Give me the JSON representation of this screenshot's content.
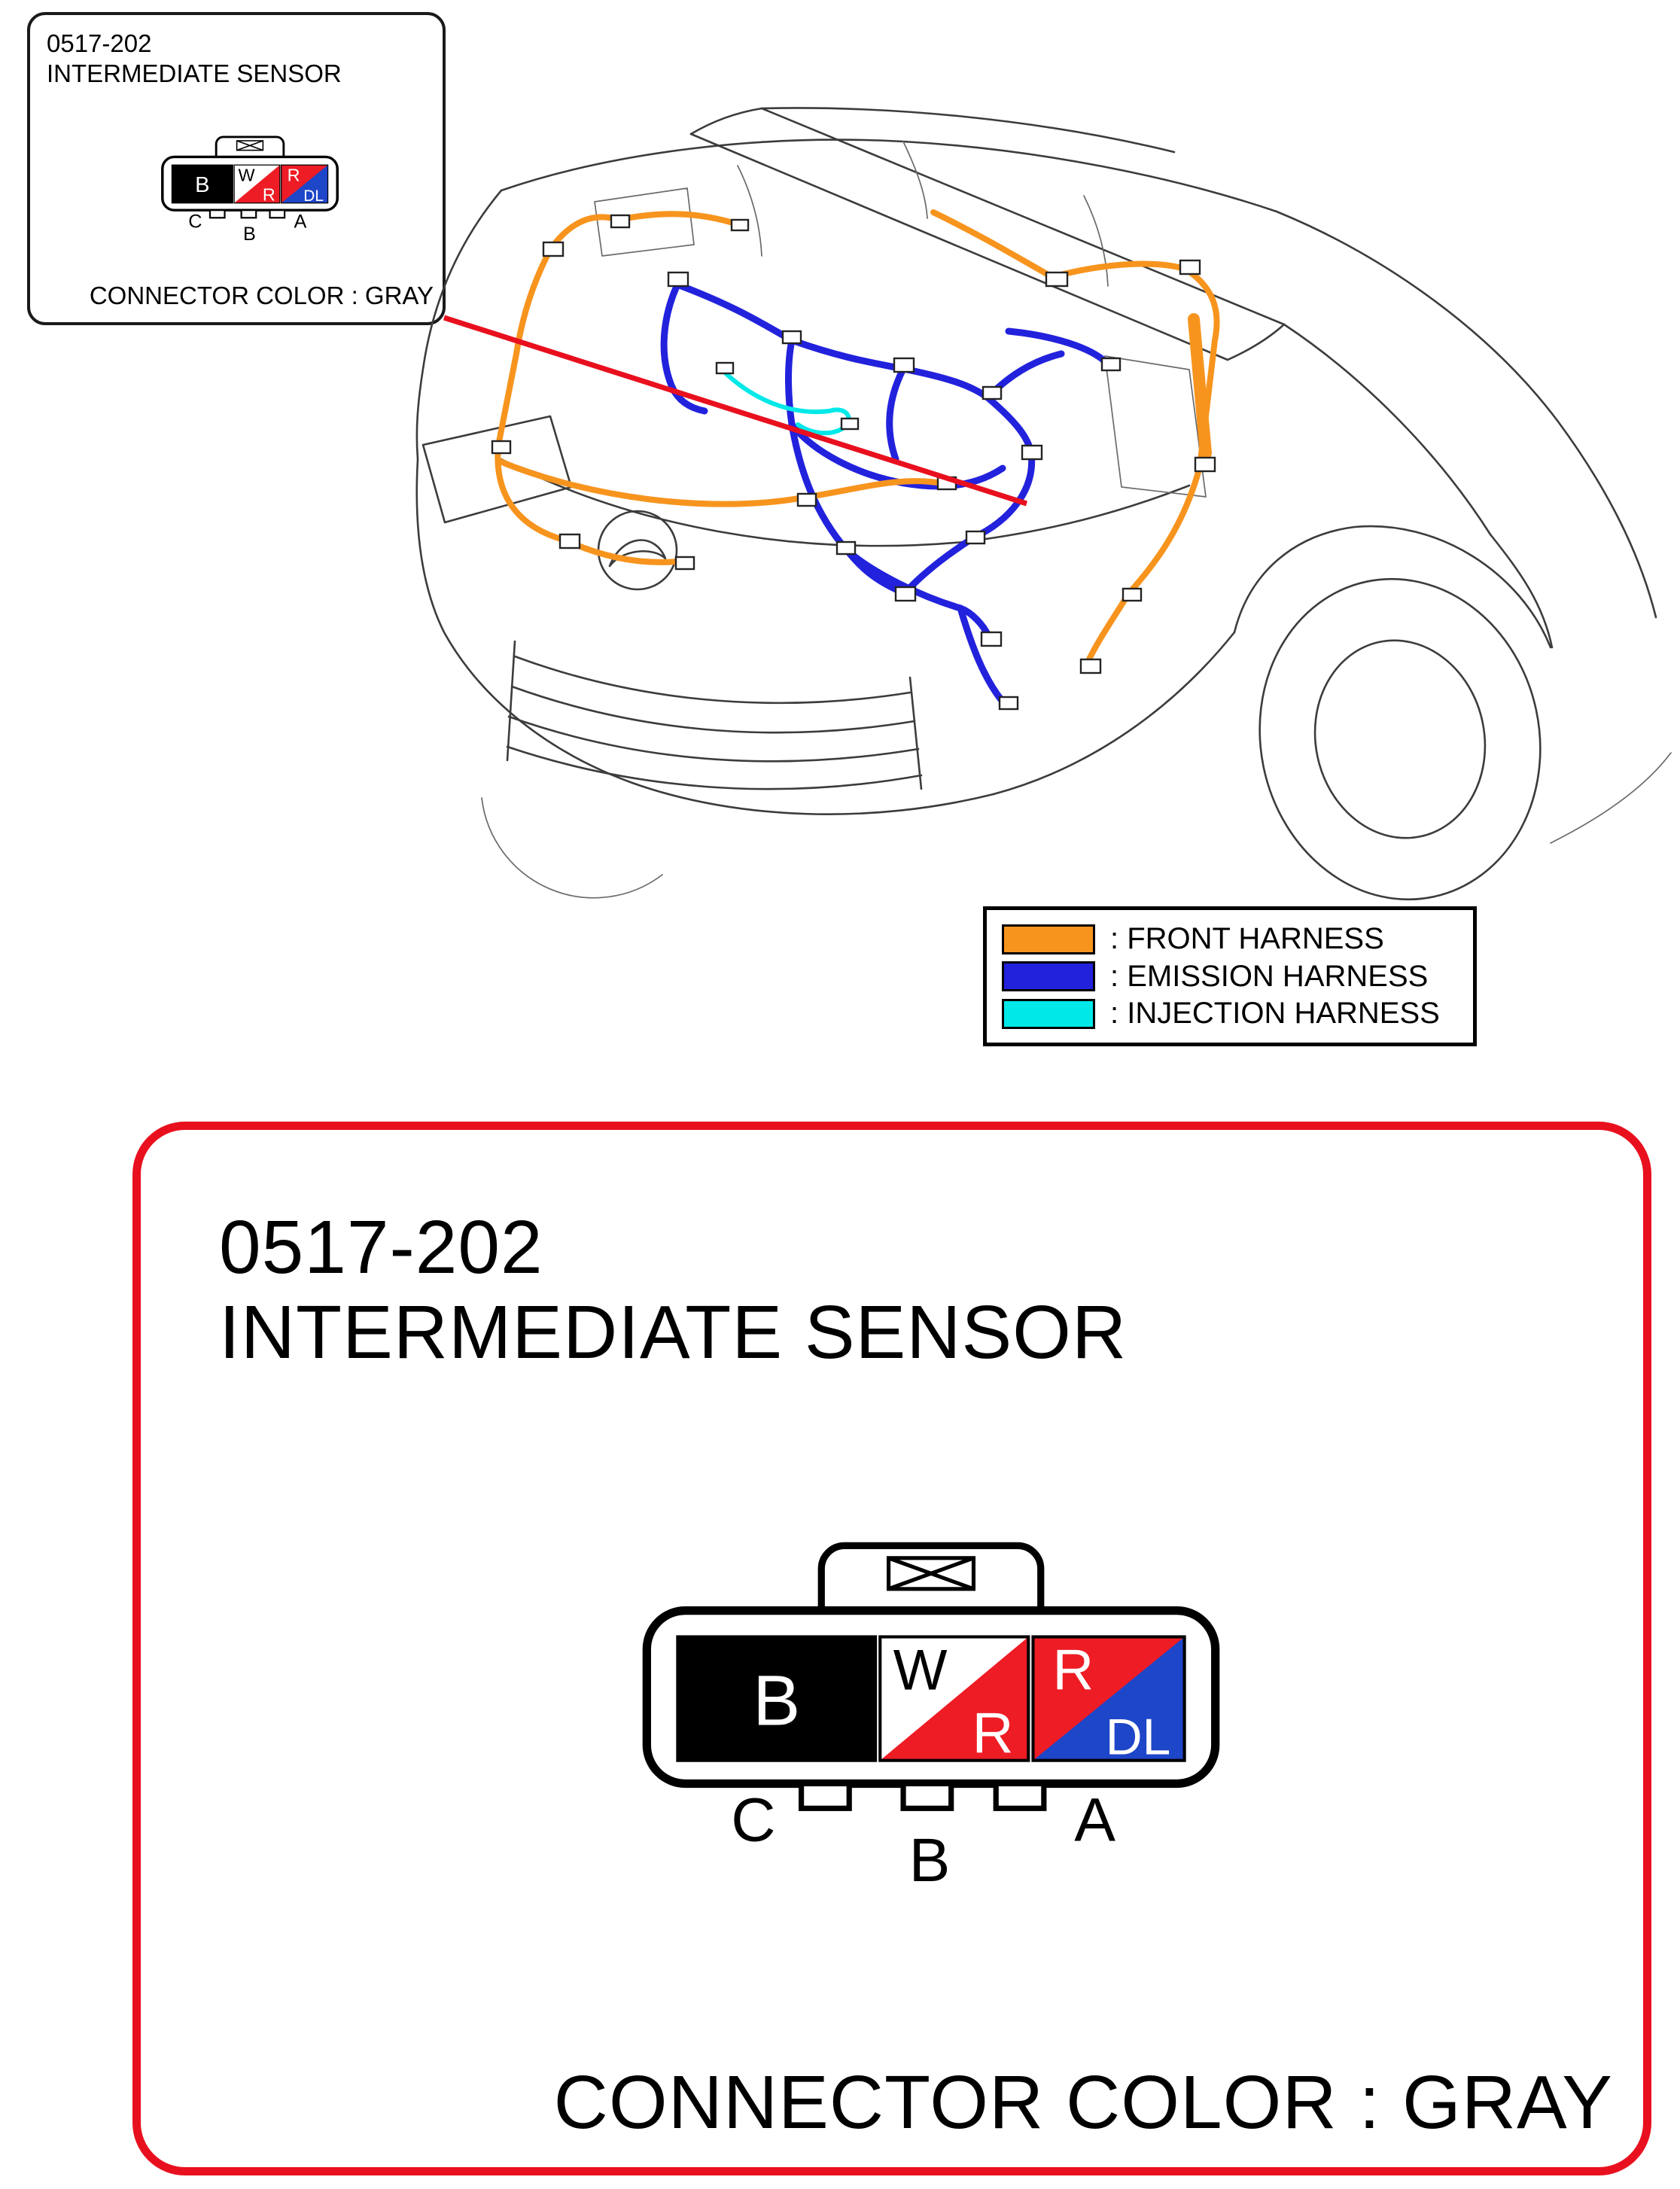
{
  "sensor": {
    "code": "0517-202",
    "name": "INTERMEDIATE SENSOR",
    "connector_color_label": "CONNECTOR COLOR : GRAY"
  },
  "legend": {
    "items": [
      {
        "label": ": FRONT HARNESS"
      },
      {
        "label": ": EMISSION HARNESS"
      },
      {
        "label": ": INJECTION HARNESS"
      }
    ]
  },
  "connector": {
    "cavities": {
      "b": "B",
      "w": "W",
      "r_lower": "R",
      "r_upper": "R",
      "dl": "DL"
    },
    "pins": {
      "left": "C",
      "center": "B",
      "right": "A"
    }
  },
  "colors": {
    "front_harness": "#F7941E",
    "emission_harness": "#2222DD",
    "injection_harness": "#00E8E8",
    "accent_red": "#E8101E",
    "cavity_black": "#000000",
    "cavity_red": "#EE1C25",
    "cavity_blue": "#1E46C8",
    "car_outline": "#3C3C3C"
  }
}
